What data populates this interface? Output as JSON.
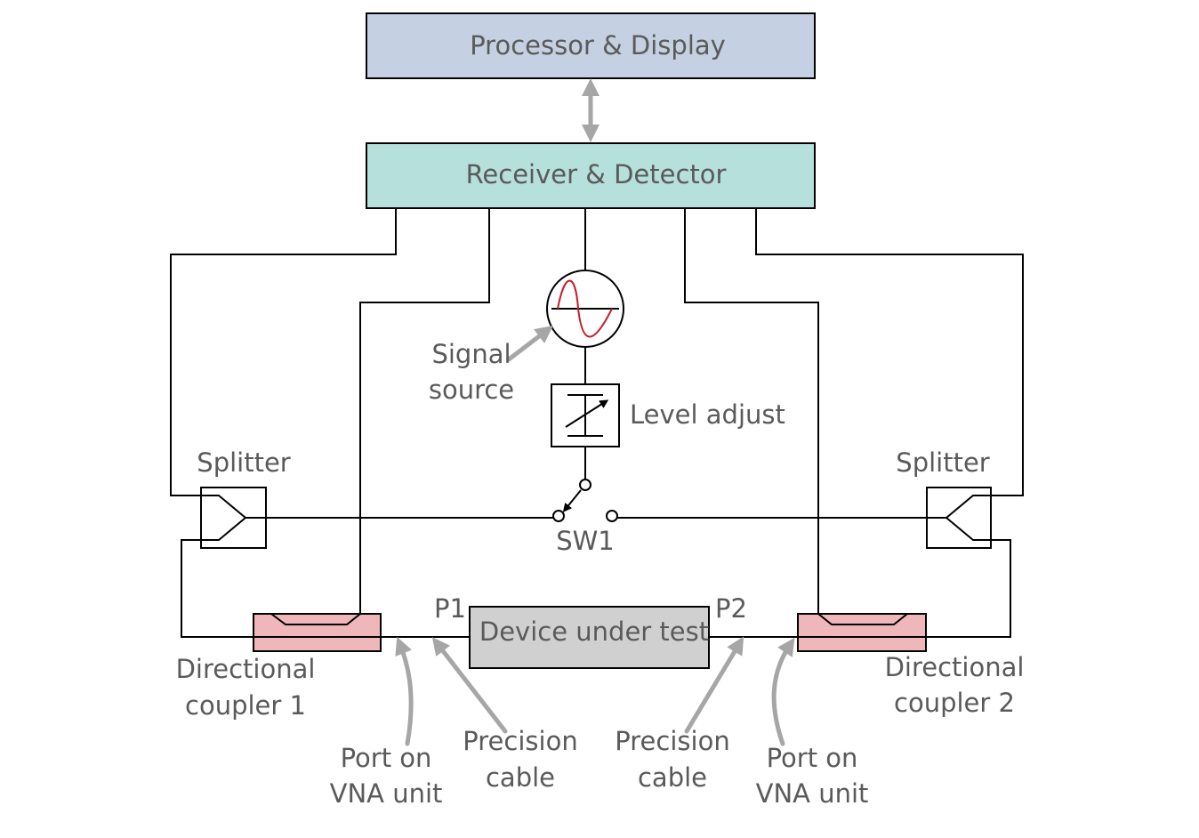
{
  "blocks": {
    "processor": "Processor & Display",
    "receiver": "Receiver & Detector",
    "dut": "Device under test"
  },
  "labels": {
    "signal_source": [
      "Signal",
      "source"
    ],
    "level_adjust": "Level adjust",
    "switch": "SW1",
    "splitter_left": "Splitter",
    "splitter_right": "Splitter",
    "coupler_left": [
      "Directional",
      "coupler 1"
    ],
    "coupler_right": [
      "Directional",
      "coupler 2"
    ],
    "port1": "P1",
    "port2": "P2",
    "port_left": [
      "Port on",
      "VNA unit"
    ],
    "port_right": [
      "Port on",
      "VNA unit"
    ],
    "cable_left": [
      "Precision",
      "cable"
    ],
    "cable_right": [
      "Precision",
      "cable"
    ]
  },
  "colors": {
    "processor_fill": "#c5d1e2",
    "receiver_fill": "#b5e0dc",
    "dut_fill": "#d0d0d0",
    "coupler_fill": "#efb7b9",
    "sine_color": "#c0202a",
    "callout_arrow": "#a6a6a6"
  }
}
